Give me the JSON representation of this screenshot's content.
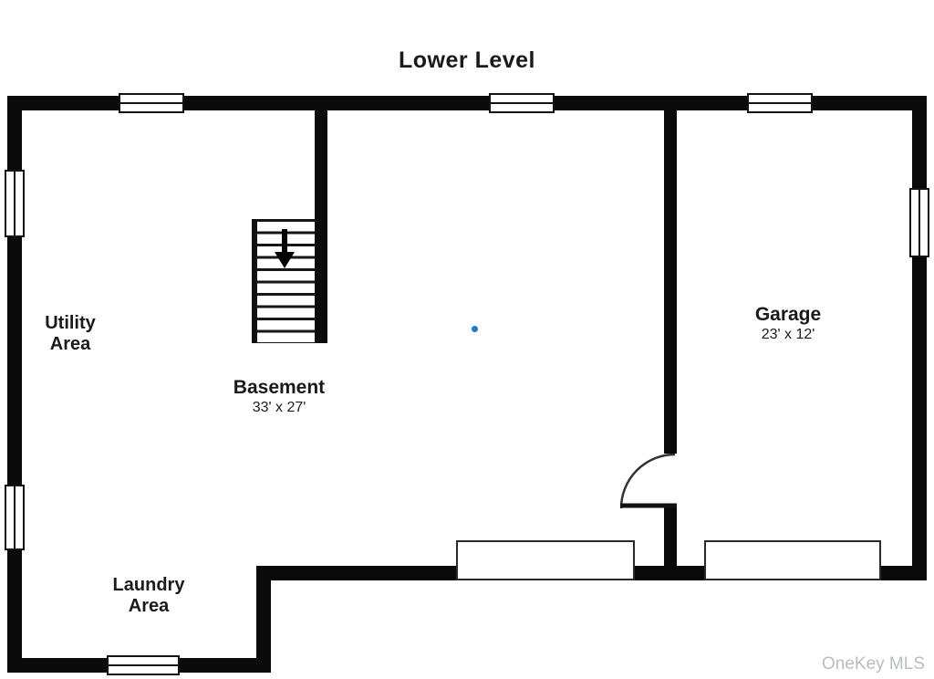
{
  "title": "Lower Level",
  "rooms": {
    "utility": {
      "line1": "Utility",
      "line2": "Area"
    },
    "basement": {
      "name": "Basement",
      "dimensions": "33' x 27'"
    },
    "laundry": {
      "line1": "Laundry",
      "line2": "Area"
    },
    "garage": {
      "name": "Garage",
      "dimensions": "23' x 12'"
    }
  },
  "watermark": "OneKey MLS",
  "colors": {
    "wall": "#0a0a0a",
    "text": "#1a1a1a",
    "line": "#1a1a1a",
    "watermark": "#b9bdc2",
    "marker": "#1e7ad0"
  }
}
